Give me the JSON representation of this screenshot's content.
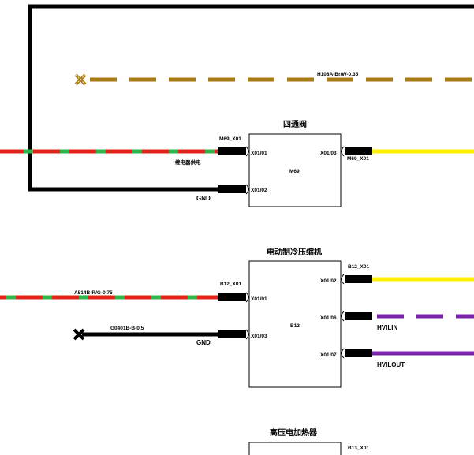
{
  "wires": {
    "top": {
      "label": "H108A-Br/W-0.35",
      "color": "#a87a14"
    },
    "gnd_frame": {
      "color": "#000000"
    },
    "relay": {
      "label": "继电器供电",
      "color_a": "#e2231a",
      "color_b": "#2fb54a"
    },
    "m69_out": {
      "color": "#ffef00"
    },
    "a514": {
      "label": "A514B-R/G-0.75",
      "color_a": "#e2231a",
      "color_b": "#2fb54a"
    },
    "g0401": {
      "label": "G0401B-B-0.5",
      "color": "#000000"
    },
    "b12_out2": {
      "color": "#ffef00"
    },
    "hvilin": {
      "label": "HVILIN",
      "color": "#7a22a8"
    },
    "hvilout": {
      "label": "HVILOUT",
      "color": "#7a22a8"
    }
  },
  "components": {
    "m69": {
      "title": "四通阀",
      "id": "M69",
      "connector": "M69_X01",
      "connector_right": "M69_X01",
      "gnd": "GND",
      "pins": [
        "X01/01",
        "X01/02",
        "X01/03"
      ]
    },
    "b12": {
      "title": "电动制冷压缩机",
      "id": "B12",
      "connector_left": "B12_X01",
      "connector_right": "B12_X01",
      "gnd": "GND",
      "pins": [
        "X01/01",
        "X01/03",
        "X01/02",
        "X01/06",
        "X01/07"
      ]
    },
    "b13": {
      "title": "高压电加热器",
      "connector_right": "B13_X01"
    }
  }
}
